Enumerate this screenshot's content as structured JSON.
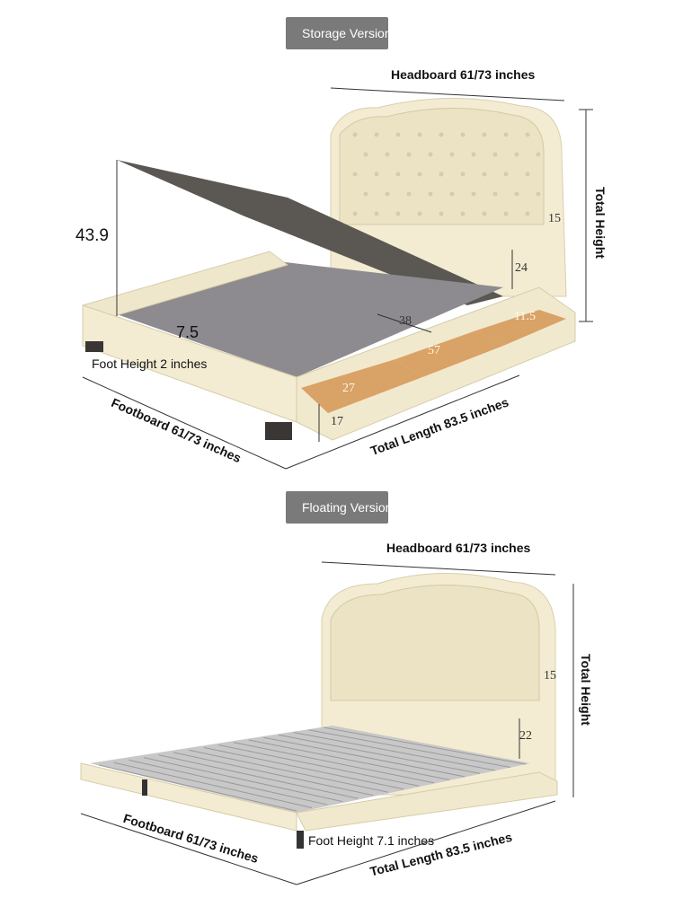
{
  "storage": {
    "badge": "Storage Version",
    "headboard": "Headboard 61/73 inches",
    "total_height": "Total Height",
    "height_value": "43.9",
    "slat_gap": "7.5",
    "foot_height": "Foot Height 2 inches",
    "footboard": "Footboard 61/73 inches",
    "total_length": "Total Length 83.5 inches",
    "dims": {
      "d15": "15",
      "d24": "24",
      "d38": "38",
      "d11_5": "11.5",
      "d57": "57",
      "d27": "27",
      "d17": "17"
    }
  },
  "floating": {
    "badge": "Floating Version",
    "headboard": "Headboard 61/73 inches",
    "total_height": "Total Height",
    "foot_height": "Foot Height 7.1 inches",
    "footboard": "Footboard 61/73 inches",
    "total_length": "Total Length 83.5 inches",
    "dims": {
      "d15": "15",
      "d22": "22"
    }
  },
  "colors": {
    "upholstery": "#f3ecd2",
    "frame": "#55514d",
    "wood": "#d9a266",
    "badge": "#7a7a7a"
  }
}
